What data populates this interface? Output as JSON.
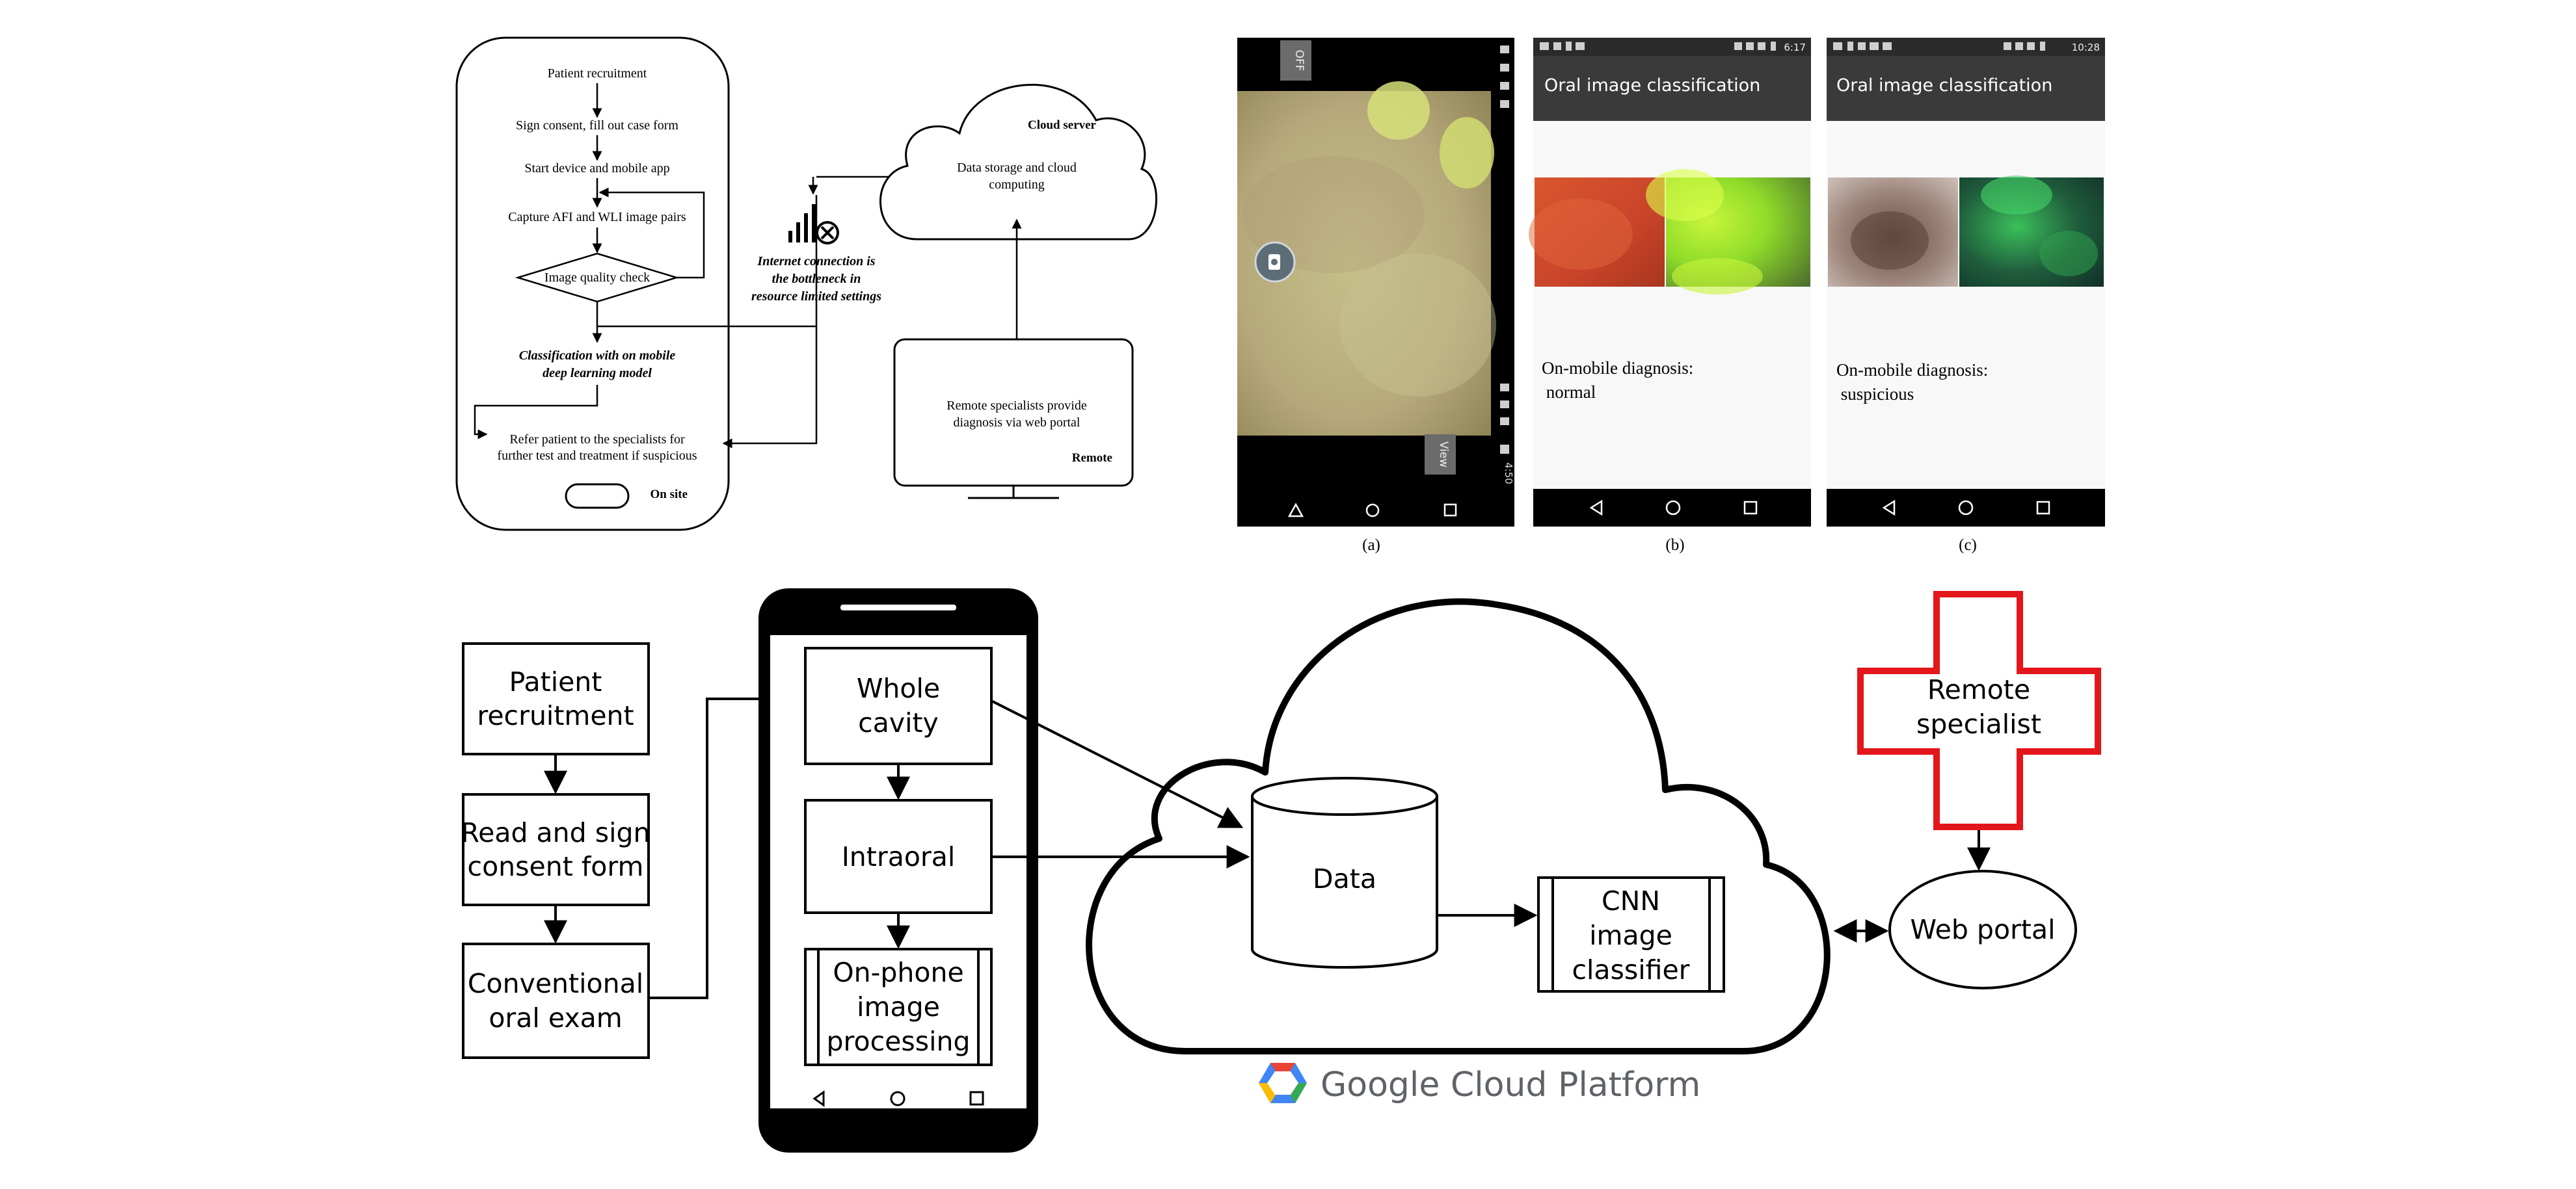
{
  "flowchart": {
    "steps": [
      "Patient  recruitment",
      "Sign consent, fill out case form",
      "Start device and mobile app",
      "Capture AFI and WLI image pairs",
      "Image quality check"
    ],
    "classification": [
      "Classification with on mobile",
      "deep learning model"
    ],
    "refer": [
      "Refer patient to the specialists for",
      "further test and treatment if suspicious"
    ],
    "onsite_label": "On site",
    "internet_note": [
      "Internet connection is",
      "the bottleneck in",
      "resource limited settings"
    ],
    "cloud_title": "Cloud server",
    "cloud_text": [
      "Data storage and cloud",
      "computing"
    ],
    "remote_text": [
      "Remote specialists provide",
      "diagnosis via web portal"
    ],
    "remote_label": "Remote"
  },
  "screens": {
    "a": {
      "caption": "(a)",
      "top_button": "OFF",
      "bottom_button": "View",
      "status_time": "4:50"
    },
    "b": {
      "caption": "(b)",
      "status_time": "6:17",
      "app_title": "Oral image classification",
      "diagnosis_label": "On-mobile diagnosis:",
      "diagnosis_value": " normal"
    },
    "c": {
      "caption": "(c)",
      "status_time": "10:28",
      "app_title": "Oral image classification",
      "diagnosis_label": "On-mobile diagnosis:",
      "diagnosis_value": " suspicious"
    }
  },
  "architecture": {
    "patient": [
      "Patient",
      "recruitment"
    ],
    "consent": [
      "Read and sign",
      "consent form"
    ],
    "exam": [
      "Conventional",
      "oral exam"
    ],
    "whole": [
      "Whole",
      "cavity"
    ],
    "intraoral": "Intraoral",
    "onphone": [
      "On-phone",
      "image",
      "processing"
    ],
    "data": "Data",
    "cnn": [
      "CNN",
      "image",
      "classifier"
    ],
    "specialist": [
      "Remote",
      "specialist"
    ],
    "portal": "Web portal",
    "gcp_google": "Google",
    "gcp_cloud": "Cloud Platform"
  },
  "colors": {
    "line": "#000000",
    "cross": "#e3161c",
    "android_bar": "#333333",
    "gcp_blue": "#4285f4",
    "gcp_red": "#ea4335",
    "gcp_yellow": "#fbbc05",
    "gcp_green": "#34a853",
    "gcp_text": "#5f6368"
  }
}
